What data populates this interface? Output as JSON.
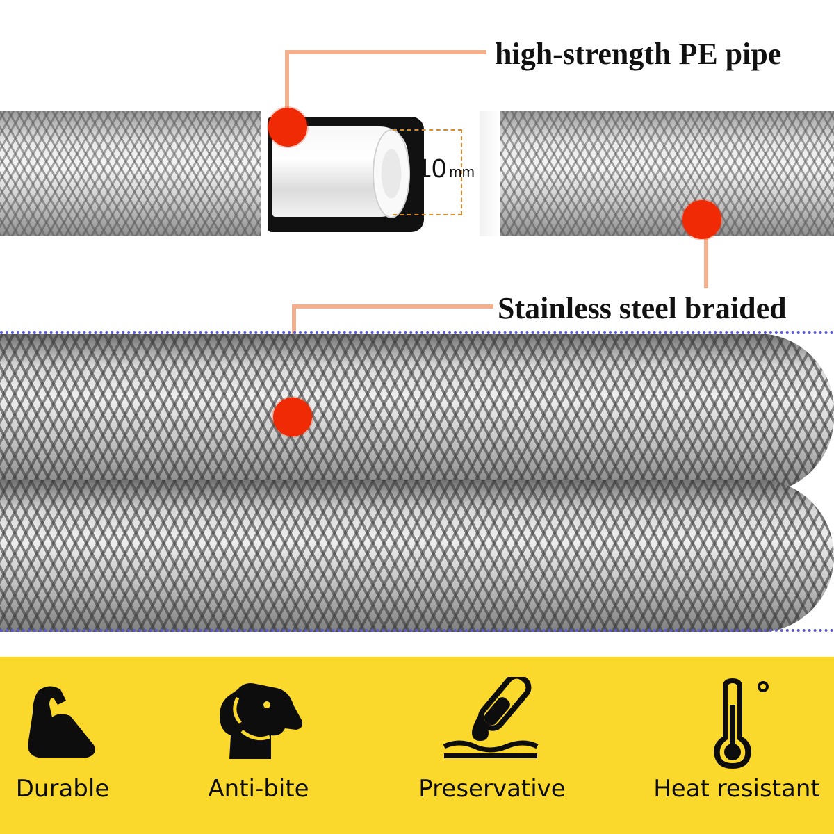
{
  "callouts": {
    "pe_pipe": "high-strength PE pipe",
    "steel_braid": "Stainless steel braided"
  },
  "dimension": {
    "value": "10",
    "unit": "mm"
  },
  "features": [
    {
      "label": "Durable",
      "icon": "muscle-arm-icon"
    },
    {
      "label": "Anti-bite",
      "icon": "dog-head-icon"
    },
    {
      "label": "Preservative",
      "icon": "test-tube-drop-icon"
    },
    {
      "label": "Heat resistant",
      "icon": "thermometer-icon"
    }
  ],
  "colors": {
    "accent_dot": "#ef2a05",
    "callout_line": "#f2b08f",
    "band": "#fbd92c",
    "dotted": "#5b5bd8"
  }
}
